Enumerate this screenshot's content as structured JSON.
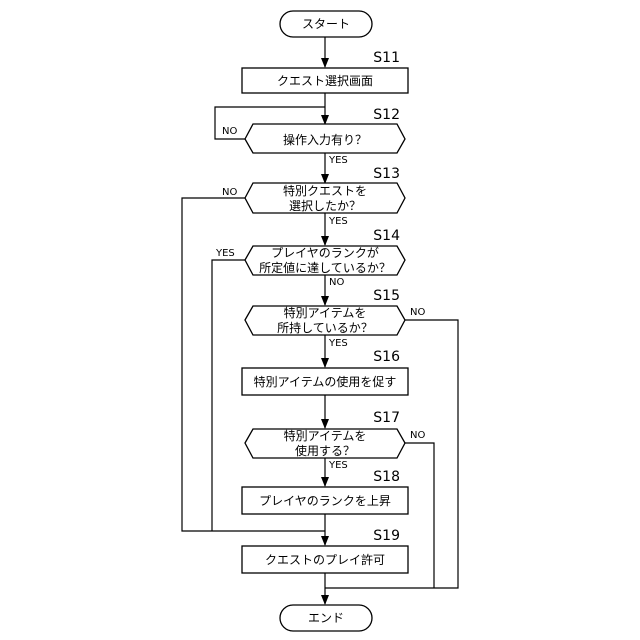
{
  "terminals": {
    "start": "スタート",
    "end": "エンド"
  },
  "steps": {
    "s11": {
      "id": "S11",
      "lines": [
        "クエスト選択画面"
      ]
    },
    "s12": {
      "id": "S12",
      "lines": [
        "操作入力有り？"
      ]
    },
    "s13": {
      "id": "S13",
      "lines": [
        "特別クエストを",
        "選択したか？"
      ]
    },
    "s14": {
      "id": "S14",
      "lines": [
        "プレイヤのランクが",
        "所定値に達しているか？"
      ]
    },
    "s15": {
      "id": "S15",
      "lines": [
        "特別アイテムを",
        "所持しているか？"
      ]
    },
    "s16": {
      "id": "S16",
      "lines": [
        "特別アイテムの使用を促す"
      ]
    },
    "s17": {
      "id": "S17",
      "lines": [
        "特別アイテムを",
        "使用する？"
      ]
    },
    "s18": {
      "id": "S18",
      "lines": [
        "プレイヤのランクを上昇"
      ]
    },
    "s19": {
      "id": "S19",
      "lines": [
        "クエストのプレイ許可"
      ]
    }
  },
  "branches": {
    "s12_no": "NO",
    "s12_yes": "YES",
    "s13_no": "NO",
    "s13_yes": "YES",
    "s14_yes": "YES",
    "s14_no": "NO",
    "s15_no": "NO",
    "s15_yes": "YES",
    "s17_no": "NO",
    "s17_yes": "YES"
  }
}
